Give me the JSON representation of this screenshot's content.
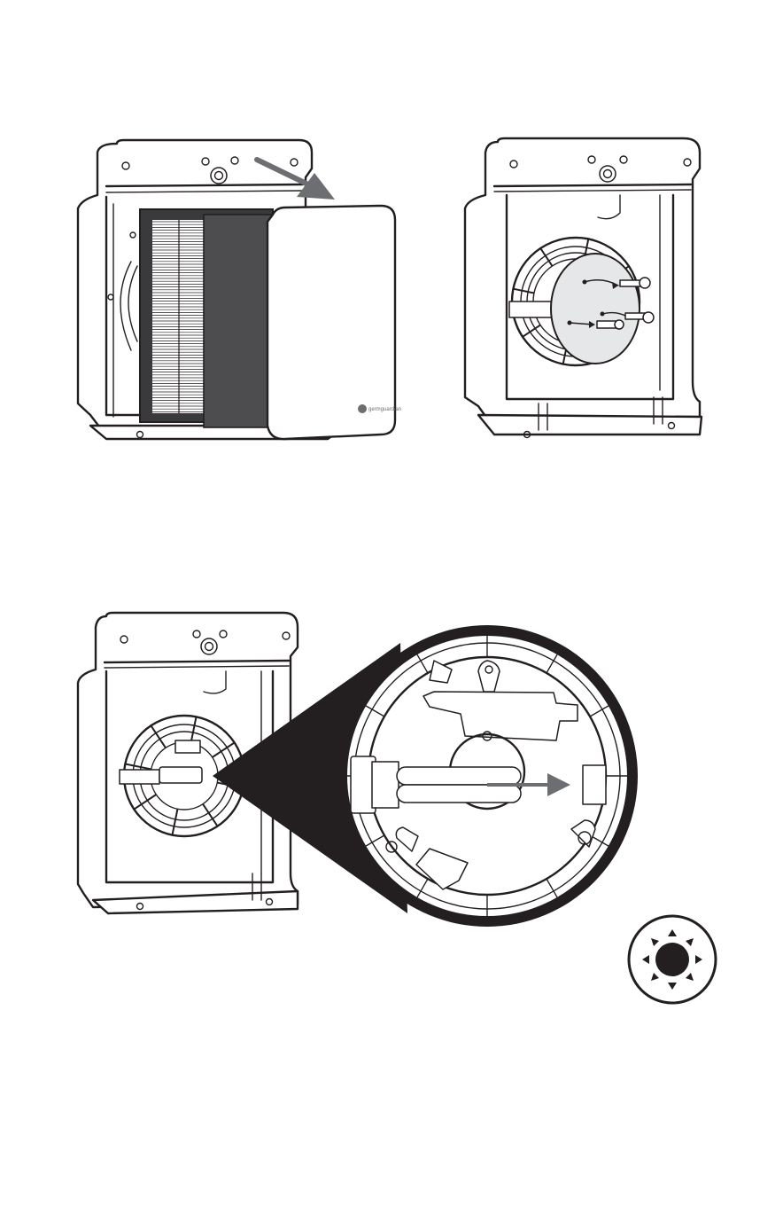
{
  "brand": {
    "logo_text": "germguardian"
  },
  "colors": {
    "line": "#231f20",
    "arrow": "#6d6e71",
    "carbon_filter": "#4d4d4f",
    "hepa_frame": "#3a3a3c",
    "bulb_cover": "#e6e7e8",
    "background": "#ffffff"
  },
  "figures": [
    {
      "id": "remove-filter",
      "icon": "arrow-out-icon"
    },
    {
      "id": "remove-screws",
      "icon": "screw-icon"
    },
    {
      "id": "remove-uv-bulb",
      "icon": "arrow-right-icon"
    }
  ],
  "symbols": {
    "uv_light": "sun-icon"
  }
}
